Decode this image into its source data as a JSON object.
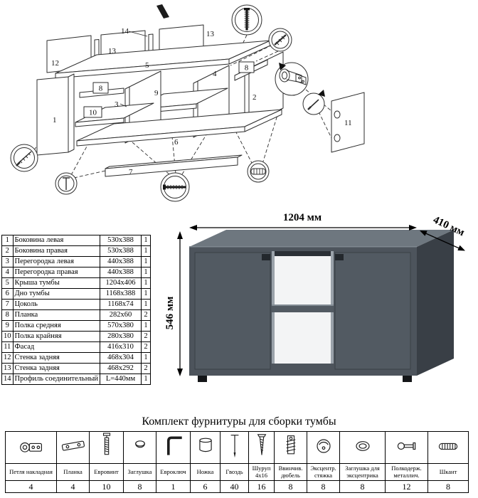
{
  "parts": {
    "rows": [
      {
        "num": "1",
        "name": "Боковина левая",
        "size": "530х388",
        "qty": "1"
      },
      {
        "num": "2",
        "name": "Боковина правая",
        "size": "530х388",
        "qty": "1"
      },
      {
        "num": "3",
        "name": "Перегородка левая",
        "size": "440х388",
        "qty": "1"
      },
      {
        "num": "4",
        "name": "Перегородка правая",
        "size": "440х388",
        "qty": "1"
      },
      {
        "num": "5",
        "name": "Крыша тумбы",
        "size": "1204х406",
        "qty": "1"
      },
      {
        "num": "6",
        "name": "Дно тумбы",
        "size": "1168х388",
        "qty": "1"
      },
      {
        "num": "7",
        "name": "Цоколь",
        "size": "1168х74",
        "qty": "1"
      },
      {
        "num": "8",
        "name": "Планка",
        "size": "282х60",
        "qty": "2"
      },
      {
        "num": "9",
        "name": "Полка средняя",
        "size": "570х380",
        "qty": "1"
      },
      {
        "num": "10",
        "name": "Полка крайняя",
        "size": "280х380",
        "qty": "2"
      },
      {
        "num": "11",
        "name": "Фасад",
        "size": "416х310",
        "qty": "2"
      },
      {
        "num": "12",
        "name": "Стенка задняя",
        "size": "468х304",
        "qty": "1"
      },
      {
        "num": "13",
        "name": "Стенка задняя",
        "size": "468х292",
        "qty": "2"
      },
      {
        "num": "14",
        "name": "Профиль соединительный",
        "size": "L=440мм",
        "qty": "1"
      }
    ]
  },
  "render": {
    "width_label": "1204 мм",
    "depth_label": "410 мм",
    "height_label": "546 мм",
    "colors": {
      "front": "#4d545c",
      "top": "#6e777f",
      "side": "#393f46",
      "interior": "#f3f4f5",
      "shelf": "#525a62"
    }
  },
  "hardware": {
    "title": "Комплект фурнитуры для сборки тумбы",
    "items": [
      {
        "icon": "hinge-icon",
        "name": "Петля накладная",
        "qty": "4"
      },
      {
        "icon": "plank-icon",
        "name": "Планка",
        "qty": "4"
      },
      {
        "icon": "euroscrew-icon",
        "name": "Евровинт",
        "qty": "10"
      },
      {
        "icon": "cap-icon",
        "name": "Заглушка",
        "qty": "8"
      },
      {
        "icon": "hexkey-icon",
        "name": "Евроключ",
        "qty": "1"
      },
      {
        "icon": "leg-icon",
        "name": "Ножка",
        "qty": "6"
      },
      {
        "icon": "nail-icon",
        "name": "Гвоздь",
        "qty": "40"
      },
      {
        "icon": "screw-icon",
        "name": "Шуруп 4х16",
        "qty": "16"
      },
      {
        "icon": "insert-dowel-icon",
        "name": "Ввинчив. дюбель",
        "qty": "8"
      },
      {
        "icon": "cam-lock-icon",
        "name": "Эксцентр. стяжка",
        "qty": "8"
      },
      {
        "icon": "cam-cap-icon",
        "name": "Заглушка для эксцентрика",
        "qty": "8"
      },
      {
        "icon": "shelf-pin-icon",
        "name": "Полкодерж. металлич.",
        "qty": "12"
      },
      {
        "icon": "dowel-icon",
        "name": "Шкант",
        "qty": "8"
      }
    ]
  }
}
